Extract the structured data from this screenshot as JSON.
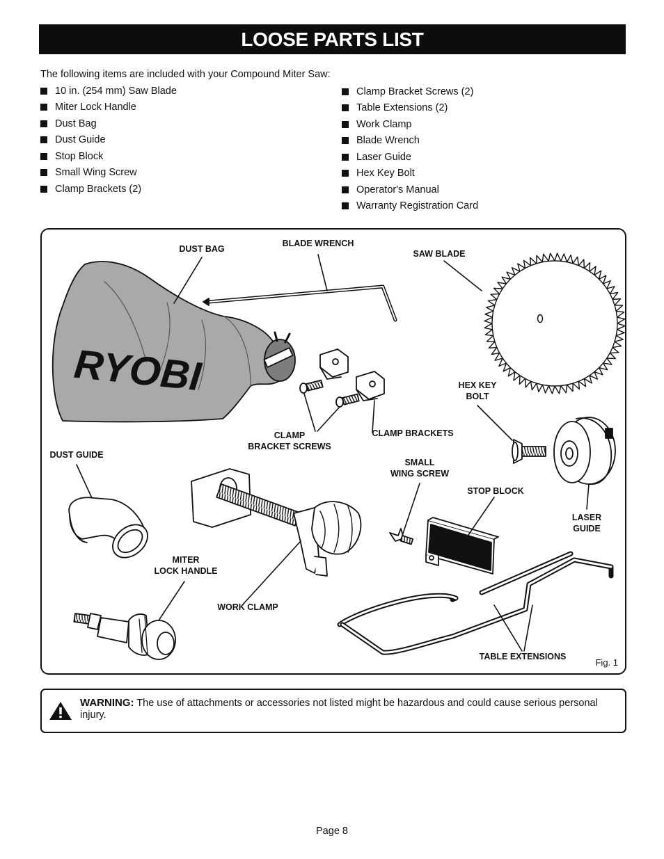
{
  "title": "LOOSE PARTS LIST",
  "intro": "The following items are included with your Compound Miter Saw:",
  "list_left": [
    "10 in. (254 mm) Saw Blade",
    "Miter Lock Handle",
    "Dust Bag",
    "Dust Guide",
    "Stop Block",
    "Small Wing Screw",
    "Clamp Brackets (2)"
  ],
  "list_right": [
    "Clamp Bracket Screws (2)",
    "Table Extensions (2)",
    "Work Clamp",
    "Blade Wrench",
    "Laser Guide",
    "Hex Key Bolt",
    "Operator's Manual",
    "Warranty Registration Card"
  ],
  "figure": {
    "labels": {
      "dust_bag": "DUST BAG",
      "blade_wrench": "BLADE WRENCH",
      "saw_blade": "SAW BLADE",
      "hex_key_bolt": "HEX KEY\nBOLT",
      "clamp_bracket_screws": "CLAMP\nBRACKET SCREWS",
      "clamp_brackets": "CLAMP BRACKETS",
      "dust_guide": "DUST GUIDE",
      "small_wing_screw": "SMALL\nWING SCREW",
      "stop_block": "STOP BLOCK",
      "laser_guide": "LASER GUIDE",
      "miter_lock_handle": "MITER\nLOCK HANDLE",
      "work_clamp": "WORK CLAMP",
      "table_extensions": "TABLE EXTENSIONS"
    },
    "bag_logo": "RYOBI",
    "fig_note": "Fig. 1"
  },
  "warning": {
    "heading": "WARNING:",
    "text": " The use of attachments or accessories not listed might be hazardous and could cause serious personal injury."
  },
  "page": "Page 8"
}
